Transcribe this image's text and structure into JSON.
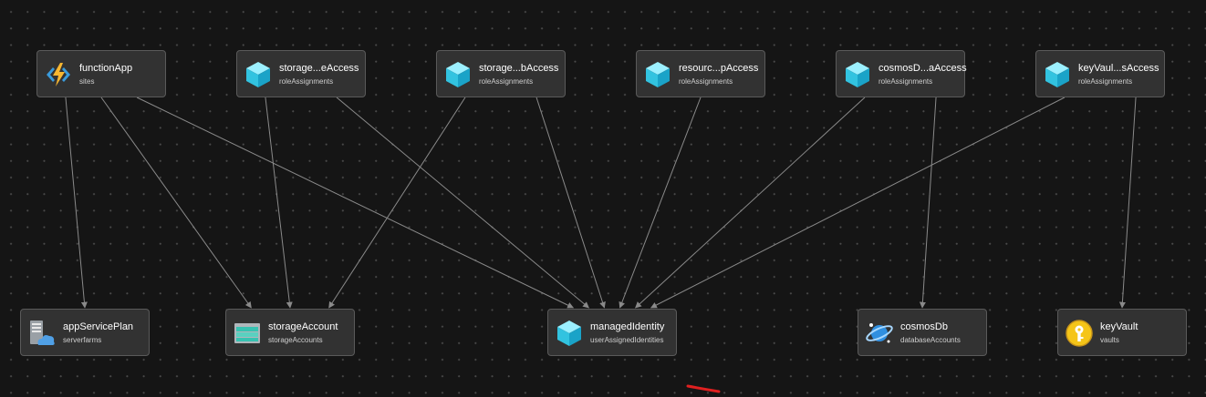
{
  "colors": {
    "background": "#151515",
    "node_fill": "#323232",
    "node_border": "#5a5a5a",
    "edge": "#8a8a8a",
    "annotation": "#e02020"
  },
  "nodes": {
    "functionApp": {
      "name": "functionApp",
      "type": "sites",
      "icon": "function-app-icon"
    },
    "storageFileAccess": {
      "name": "storage...eAccess",
      "type": "roleAssignments",
      "icon": "role-assignment-cube-icon"
    },
    "storageBlobAccess": {
      "name": "storage...bAccess",
      "type": "roleAssignments",
      "icon": "role-assignment-cube-icon"
    },
    "resourceGroupAccess": {
      "name": "resourc...pAccess",
      "type": "roleAssignments",
      "icon": "role-assignment-cube-icon"
    },
    "cosmosDataAccess": {
      "name": "cosmosD...aAccess",
      "type": "roleAssignments",
      "icon": "role-assignment-cube-icon"
    },
    "keyVaultSecretsAccess": {
      "name": "keyVaul...sAccess",
      "type": "roleAssignments",
      "icon": "role-assignment-cube-icon"
    },
    "appServicePlan": {
      "name": "appServicePlan",
      "type": "serverfarms",
      "icon": "app-service-plan-icon"
    },
    "storageAccount": {
      "name": "storageAccount",
      "type": "storageAccounts",
      "icon": "storage-account-icon"
    },
    "managedIdentity": {
      "name": "managedIdentity",
      "type": "userAssignedIdentities",
      "icon": "managed-identity-cube-icon"
    },
    "cosmosDb": {
      "name": "cosmosDb",
      "type": "databaseAccounts",
      "icon": "cosmos-db-icon"
    },
    "keyVault": {
      "name": "keyVault",
      "type": "vaults",
      "icon": "key-vault-icon"
    }
  },
  "edges": [
    {
      "from": "functionApp",
      "to": "appServicePlan"
    },
    {
      "from": "functionApp",
      "to": "storageAccount"
    },
    {
      "from": "functionApp",
      "to": "managedIdentity"
    },
    {
      "from": "storageFileAccess",
      "to": "storageAccount"
    },
    {
      "from": "storageFileAccess",
      "to": "managedIdentity"
    },
    {
      "from": "storageBlobAccess",
      "to": "storageAccount"
    },
    {
      "from": "storageBlobAccess",
      "to": "managedIdentity"
    },
    {
      "from": "resourceGroupAccess",
      "to": "managedIdentity"
    },
    {
      "from": "cosmosDataAccess",
      "to": "managedIdentity"
    },
    {
      "from": "cosmosDataAccess",
      "to": "cosmosDb"
    },
    {
      "from": "keyVaultSecretsAccess",
      "to": "managedIdentity"
    },
    {
      "from": "keyVaultSecretsAccess",
      "to": "keyVault"
    }
  ]
}
